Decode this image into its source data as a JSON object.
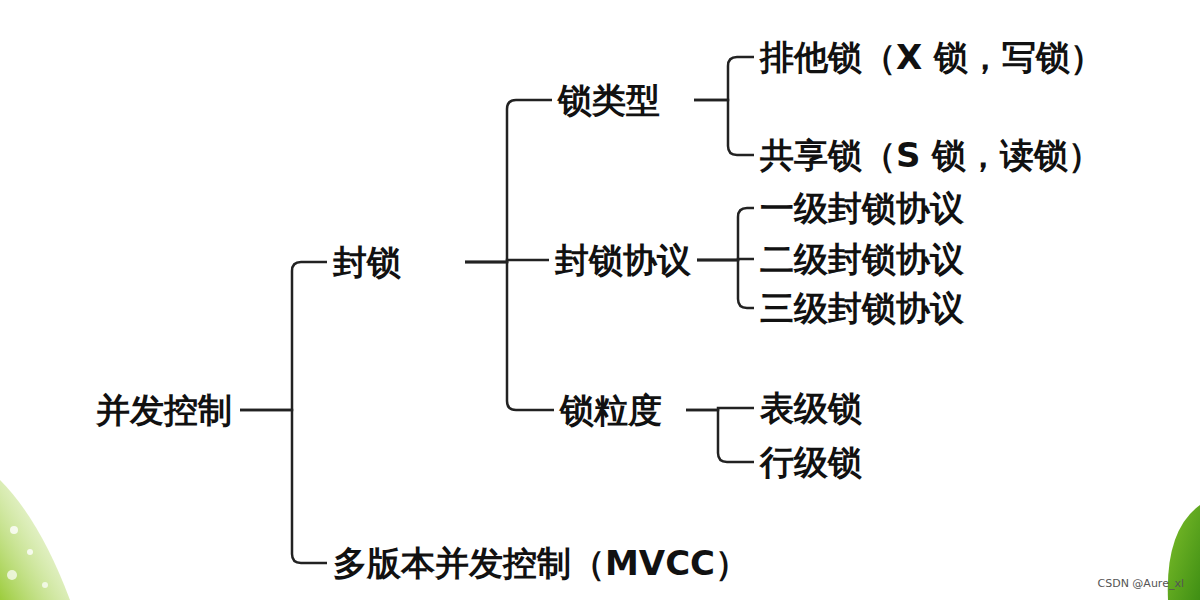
{
  "diagram": {
    "nodes": [
      {
        "text": [
          "并发控制"
        ]
      },
      {
        "text": [
          "封锁"
        ]
      },
      {
        "text": [
          "锁类型"
        ]
      },
      {
        "text": [
          "排他锁（X 锁，写锁）"
        ]
      },
      {
        "text": [
          "共享锁（S 锁，读锁）"
        ]
      },
      {
        "text": [
          "封锁协议"
        ]
      },
      {
        "text": [
          "一级封锁协议"
        ]
      },
      {
        "text": [
          "二级封锁协议"
        ]
      },
      {
        "text": [
          "三级封锁协议"
        ]
      },
      {
        "text": [
          "锁粒度"
        ]
      },
      {
        "text": [
          "表级锁"
        ]
      },
      {
        "text": [
          "行级锁"
        ]
      },
      {
        "text": [
          "多版本并发控制（MVCC）"
        ]
      }
    ],
    "edges": [
      {
        "from": 0,
        "to": 1,
        "arrow": "none"
      },
      {
        "from": 0,
        "to": 12,
        "arrow": "none"
      },
      {
        "from": 1,
        "to": 2,
        "arrow": "none"
      },
      {
        "from": 1,
        "to": 5,
        "arrow": "none"
      },
      {
        "from": 1,
        "to": 9,
        "arrow": "none"
      },
      {
        "from": 2,
        "to": 3,
        "arrow": "none"
      },
      {
        "from": 2,
        "to": 4,
        "arrow": "none"
      },
      {
        "from": 5,
        "to": 6,
        "arrow": "none"
      },
      {
        "from": 5,
        "to": 7,
        "arrow": "none"
      },
      {
        "from": 5,
        "to": 8,
        "arrow": "none"
      },
      {
        "from": 9,
        "to": 10,
        "arrow": "none"
      },
      {
        "from": 9,
        "to": 11,
        "arrow": "none"
      }
    ],
    "labels": [
      "CSDN @Aure_xl"
    ]
  }
}
